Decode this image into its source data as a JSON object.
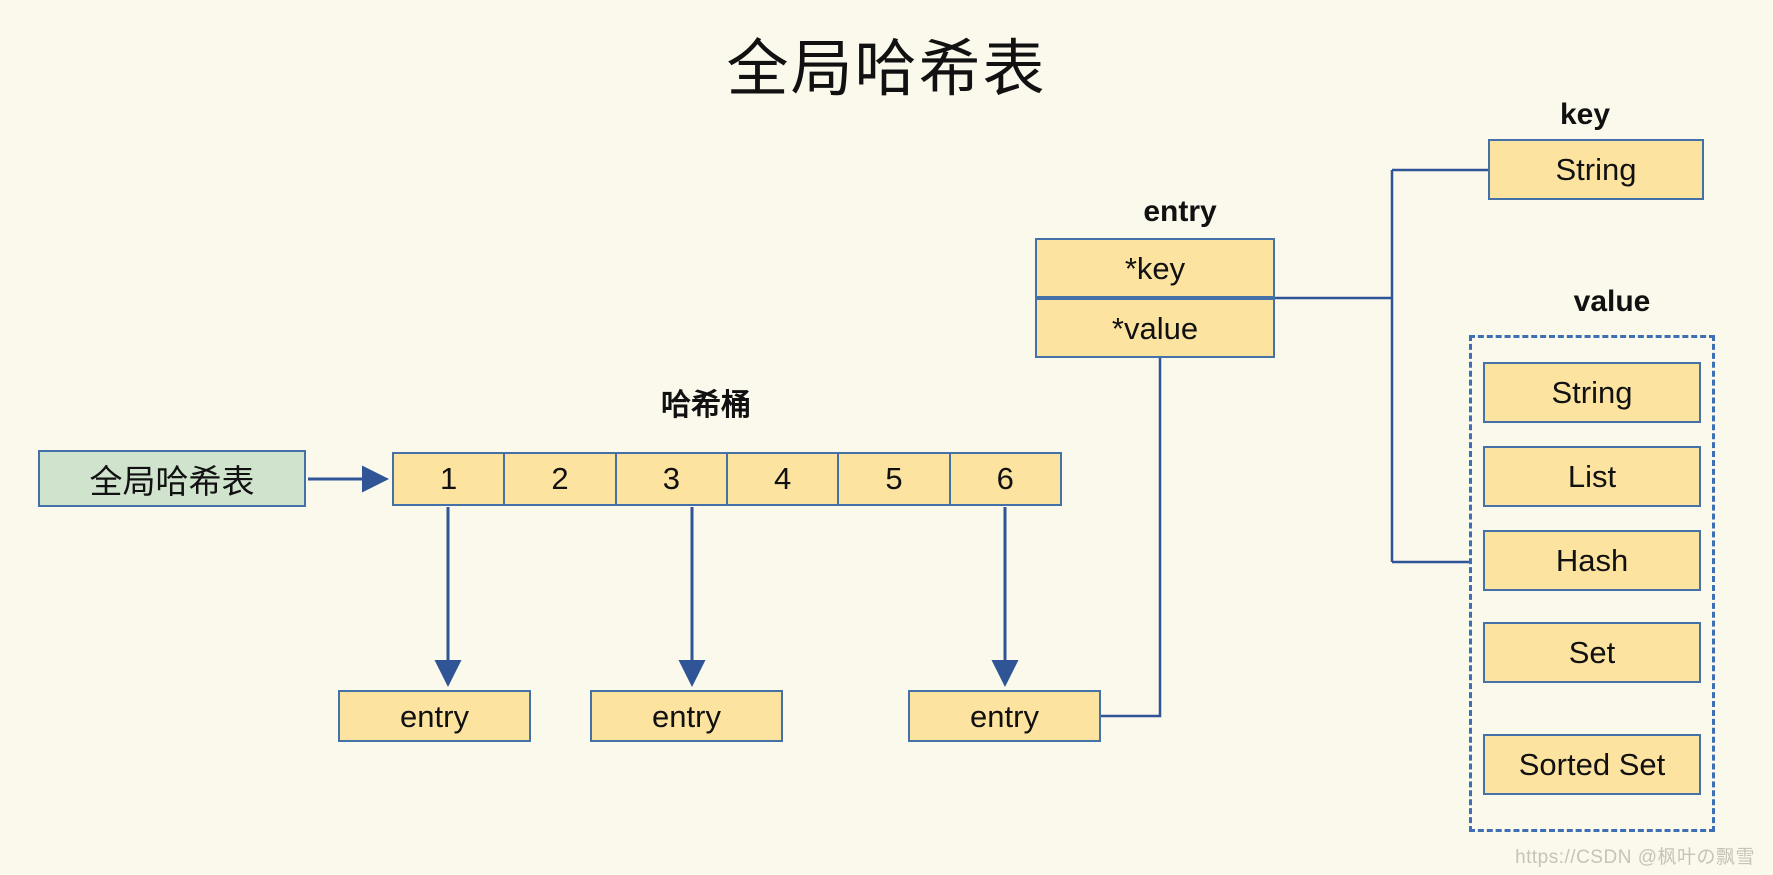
{
  "page": {
    "title": "全局哈希表",
    "background_color": "#fbf8ec",
    "box_fill": "#fce3a0",
    "box_border": "#4472a8",
    "green_fill": "#cfe3cd",
    "dashed_border": "#3d6fb4"
  },
  "global_table": {
    "label": "全局哈希表"
  },
  "bucket": {
    "label": "哈希桶",
    "cells": [
      "1",
      "2",
      "3",
      "4",
      "5",
      "6"
    ],
    "linked_cells": [
      1,
      3,
      6
    ]
  },
  "entries": [
    {
      "label": "entry"
    },
    {
      "label": "entry"
    },
    {
      "label": "entry"
    }
  ],
  "entry_struct": {
    "label": "entry",
    "fields": [
      {
        "name": "*key"
      },
      {
        "name": "*value"
      }
    ]
  },
  "key_section": {
    "label": "key",
    "types": [
      "String"
    ]
  },
  "value_section": {
    "label": "value",
    "types": [
      "String",
      "List",
      "Hash",
      "Set",
      "Sorted Set"
    ]
  },
  "watermark": {
    "text": "https://CSDN @枫叶の飘雪"
  }
}
